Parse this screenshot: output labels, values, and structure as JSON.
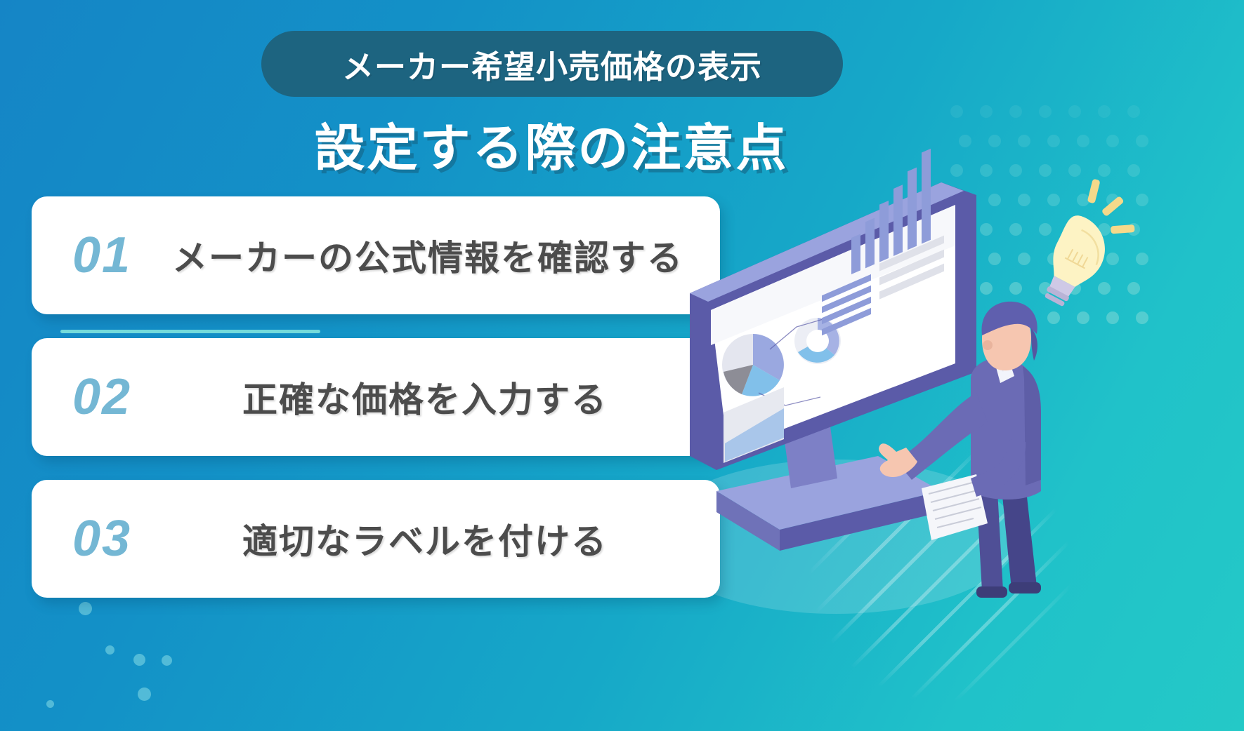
{
  "header": {
    "badge_label": "メーカー希望小売価格の表示",
    "title": "設定する際の注意点"
  },
  "colors": {
    "background_start": "#1585c6",
    "background_end": "#24c9c7",
    "badge_bg": "#1d6480",
    "card_bg": "#ffffff",
    "number_color": "#74b7d4",
    "label_color": "#4c4c4c",
    "divider": "#7fe3dd",
    "dot_pattern": "#7fd9d6",
    "monitor_frame": "#5b5ba8",
    "monitor_frame_light": "#9aa3de",
    "bar_chart": "#8e9cd9",
    "person_suit": "#6b6bb5",
    "person_pants": "#4f4f96",
    "skin": "#f6c6b0",
    "bulb": "#fdf3c4",
    "bulb_ray": "#f5d98a"
  },
  "cards": [
    {
      "number": "01",
      "label": "メーカーの公式情報を確認する"
    },
    {
      "number": "02",
      "label": "正確な価格を入力する"
    },
    {
      "number": "03",
      "label": "適切なラベルを付ける"
    }
  ],
  "illustration": {
    "name": "businessman-presenting-dashboard",
    "monitor": {
      "name": "desktop-monitor",
      "screen_contents": [
        "pie-chart",
        "donut-chart",
        "bar-chart",
        "text-lines",
        "area-chart"
      ]
    },
    "person": {
      "name": "businessman-pointing",
      "holding": "document-paper"
    },
    "lightbulb": {
      "name": "idea-lightbulb",
      "rays": 3
    }
  }
}
